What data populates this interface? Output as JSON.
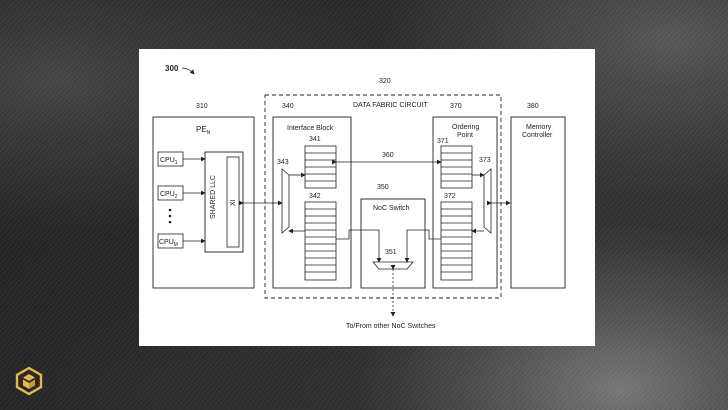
{
  "figure": {
    "number": "300",
    "blocks": {
      "pe": {
        "ref": "310",
        "label": "PE",
        "label_sub": "N"
      },
      "cpus": [
        {
          "label": "CPU",
          "sub": "1"
        },
        {
          "label": "CPU",
          "sub": "2"
        },
        {
          "label": "CPU",
          "sub": "M"
        }
      ],
      "shared_llc": {
        "label": "SHARED LLC"
      },
      "xi": {
        "label": "XI"
      },
      "data_fabric": {
        "ref": "320",
        "label": "DATA FABRIC CIRCUIT"
      },
      "interface_block": {
        "ref": "340",
        "label": "Interface Block"
      },
      "buffer_341": {
        "ref": "341"
      },
      "buffer_342": {
        "ref": "342"
      },
      "mux_343": {
        "ref": "343"
      },
      "noc_switch": {
        "ref": "350",
        "label": "NoC Switch"
      },
      "mux_351": {
        "ref": "351"
      },
      "link_360": {
        "ref": "360"
      },
      "ordering_point": {
        "ref": "370",
        "label_line1": "Ordering",
        "label_line2": "Point"
      },
      "buffer_371": {
        "ref": "371"
      },
      "buffer_372": {
        "ref": "372"
      },
      "mux_373": {
        "ref": "373"
      },
      "memory_controller": {
        "ref": "380",
        "label_line1": "Memory",
        "label_line2": "Controller"
      },
      "noc_note": {
        "label": "To/From other NoC Switches"
      }
    }
  },
  "colors": {
    "background": "#151515",
    "paper": "#ffffff",
    "ink": "#222222",
    "logo": "#e8b84a"
  },
  "icons": [
    "brand-logo-icon"
  ]
}
